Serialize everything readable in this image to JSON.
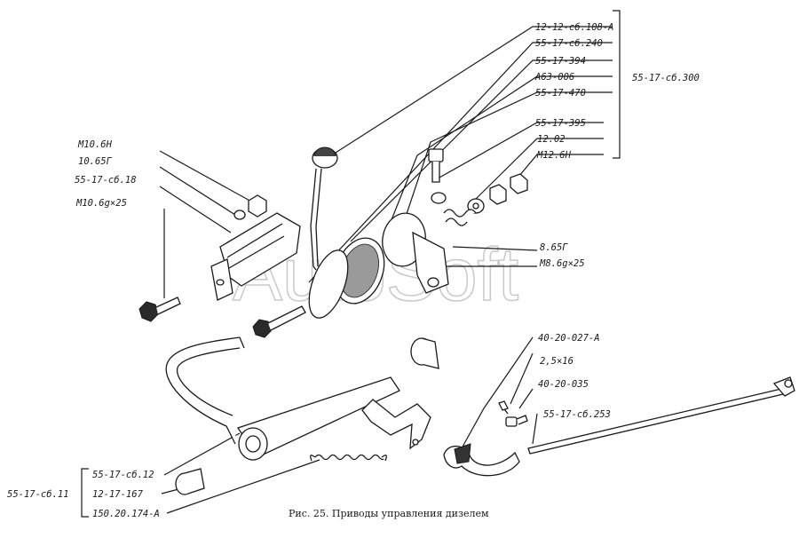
{
  "watermark": "AutoSoft",
  "caption": "Рис. 25. Приводы управления дизелем",
  "labels": {
    "l_12_12_sb_108A": "12-12-сб.108-А",
    "l_55_17_sb_240": "55-17-сб.240",
    "l_55_17_394": "55-17-394",
    "l_A63_006": "А63-006",
    "l_55_17_470": "55-17-470",
    "l_55_17_sb_300": "55-17-сб.300",
    "l_55_17_395": "55-17-395",
    "l_12_02": "12.02",
    "l_M12_6N": "М12.6Н",
    "l_M10_6N": "М10.6Н",
    "l_10_65G": "10.65Г",
    "l_55_17_sb_18": "55-17-сб.18",
    "l_M10_6g_25": "М10.6g×25",
    "l_8_65G": "8.65Г",
    "l_M8_6g_25": "М8.6g×25",
    "l_40_20_027_A": "40-20-027-А",
    "l_2_5_16": "2,5×16",
    "l_40_20_035": "40-20-035",
    "l_55_17_sb_253": "55-17-сб.253",
    "l_55_17_sb_12": "55-17-сб.12",
    "l_12_17_167": "12-17-167",
    "l_150_20_174_A": "150.20.174-А",
    "l_55_17_sb_11": "55-17-сб.11"
  }
}
